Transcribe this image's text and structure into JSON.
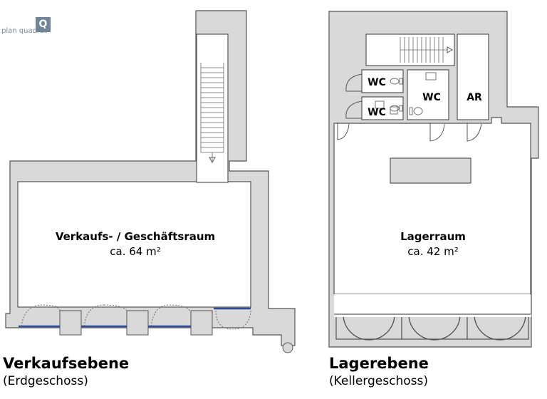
{
  "logo": {
    "text": "plan quadrat",
    "mark": "Q"
  },
  "ground_floor": {
    "room_name": "Verkaufs- / Geschäftsraum",
    "room_area": "ca. 64 m²",
    "title": "Verkaufsebene",
    "subtitle": "(Erdgeschoss)"
  },
  "basement": {
    "wc_1": "WC",
    "wc_2": "WC",
    "wc_3": "WC",
    "ar": "AR",
    "room_name": "Lagerraum",
    "room_area": "ca. 42 m²",
    "title": "Lagerebene",
    "subtitle": "(Kellergeschoss)"
  },
  "colors": {
    "wall": "#d9d9d9",
    "line": "#555555",
    "glass": "#2c4a9c"
  }
}
